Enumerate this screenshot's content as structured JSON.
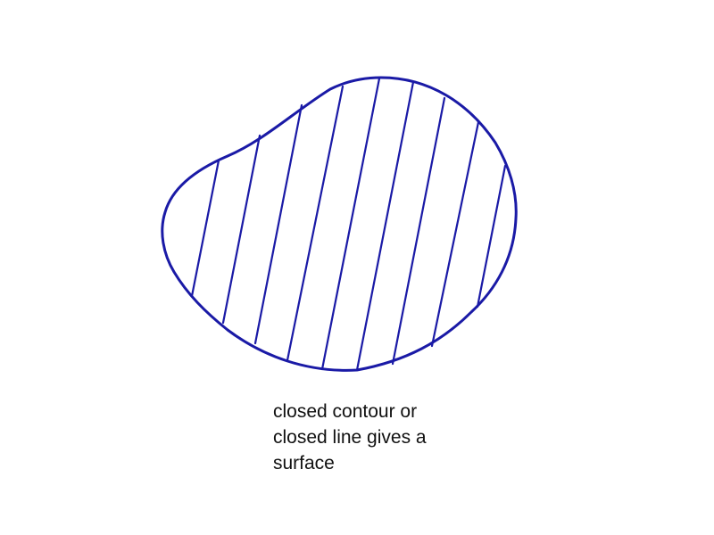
{
  "caption": {
    "lines": [
      "closed contour or",
      "closed line gives a",
      "surface"
    ]
  },
  "colors": {
    "contour": "#1a1aa6",
    "hatch": "#1a1aa6",
    "text": "#111111",
    "background": "#ffffff"
  },
  "figure": {
    "shape": "closed-contour",
    "fill": "diagonal-hatching"
  }
}
